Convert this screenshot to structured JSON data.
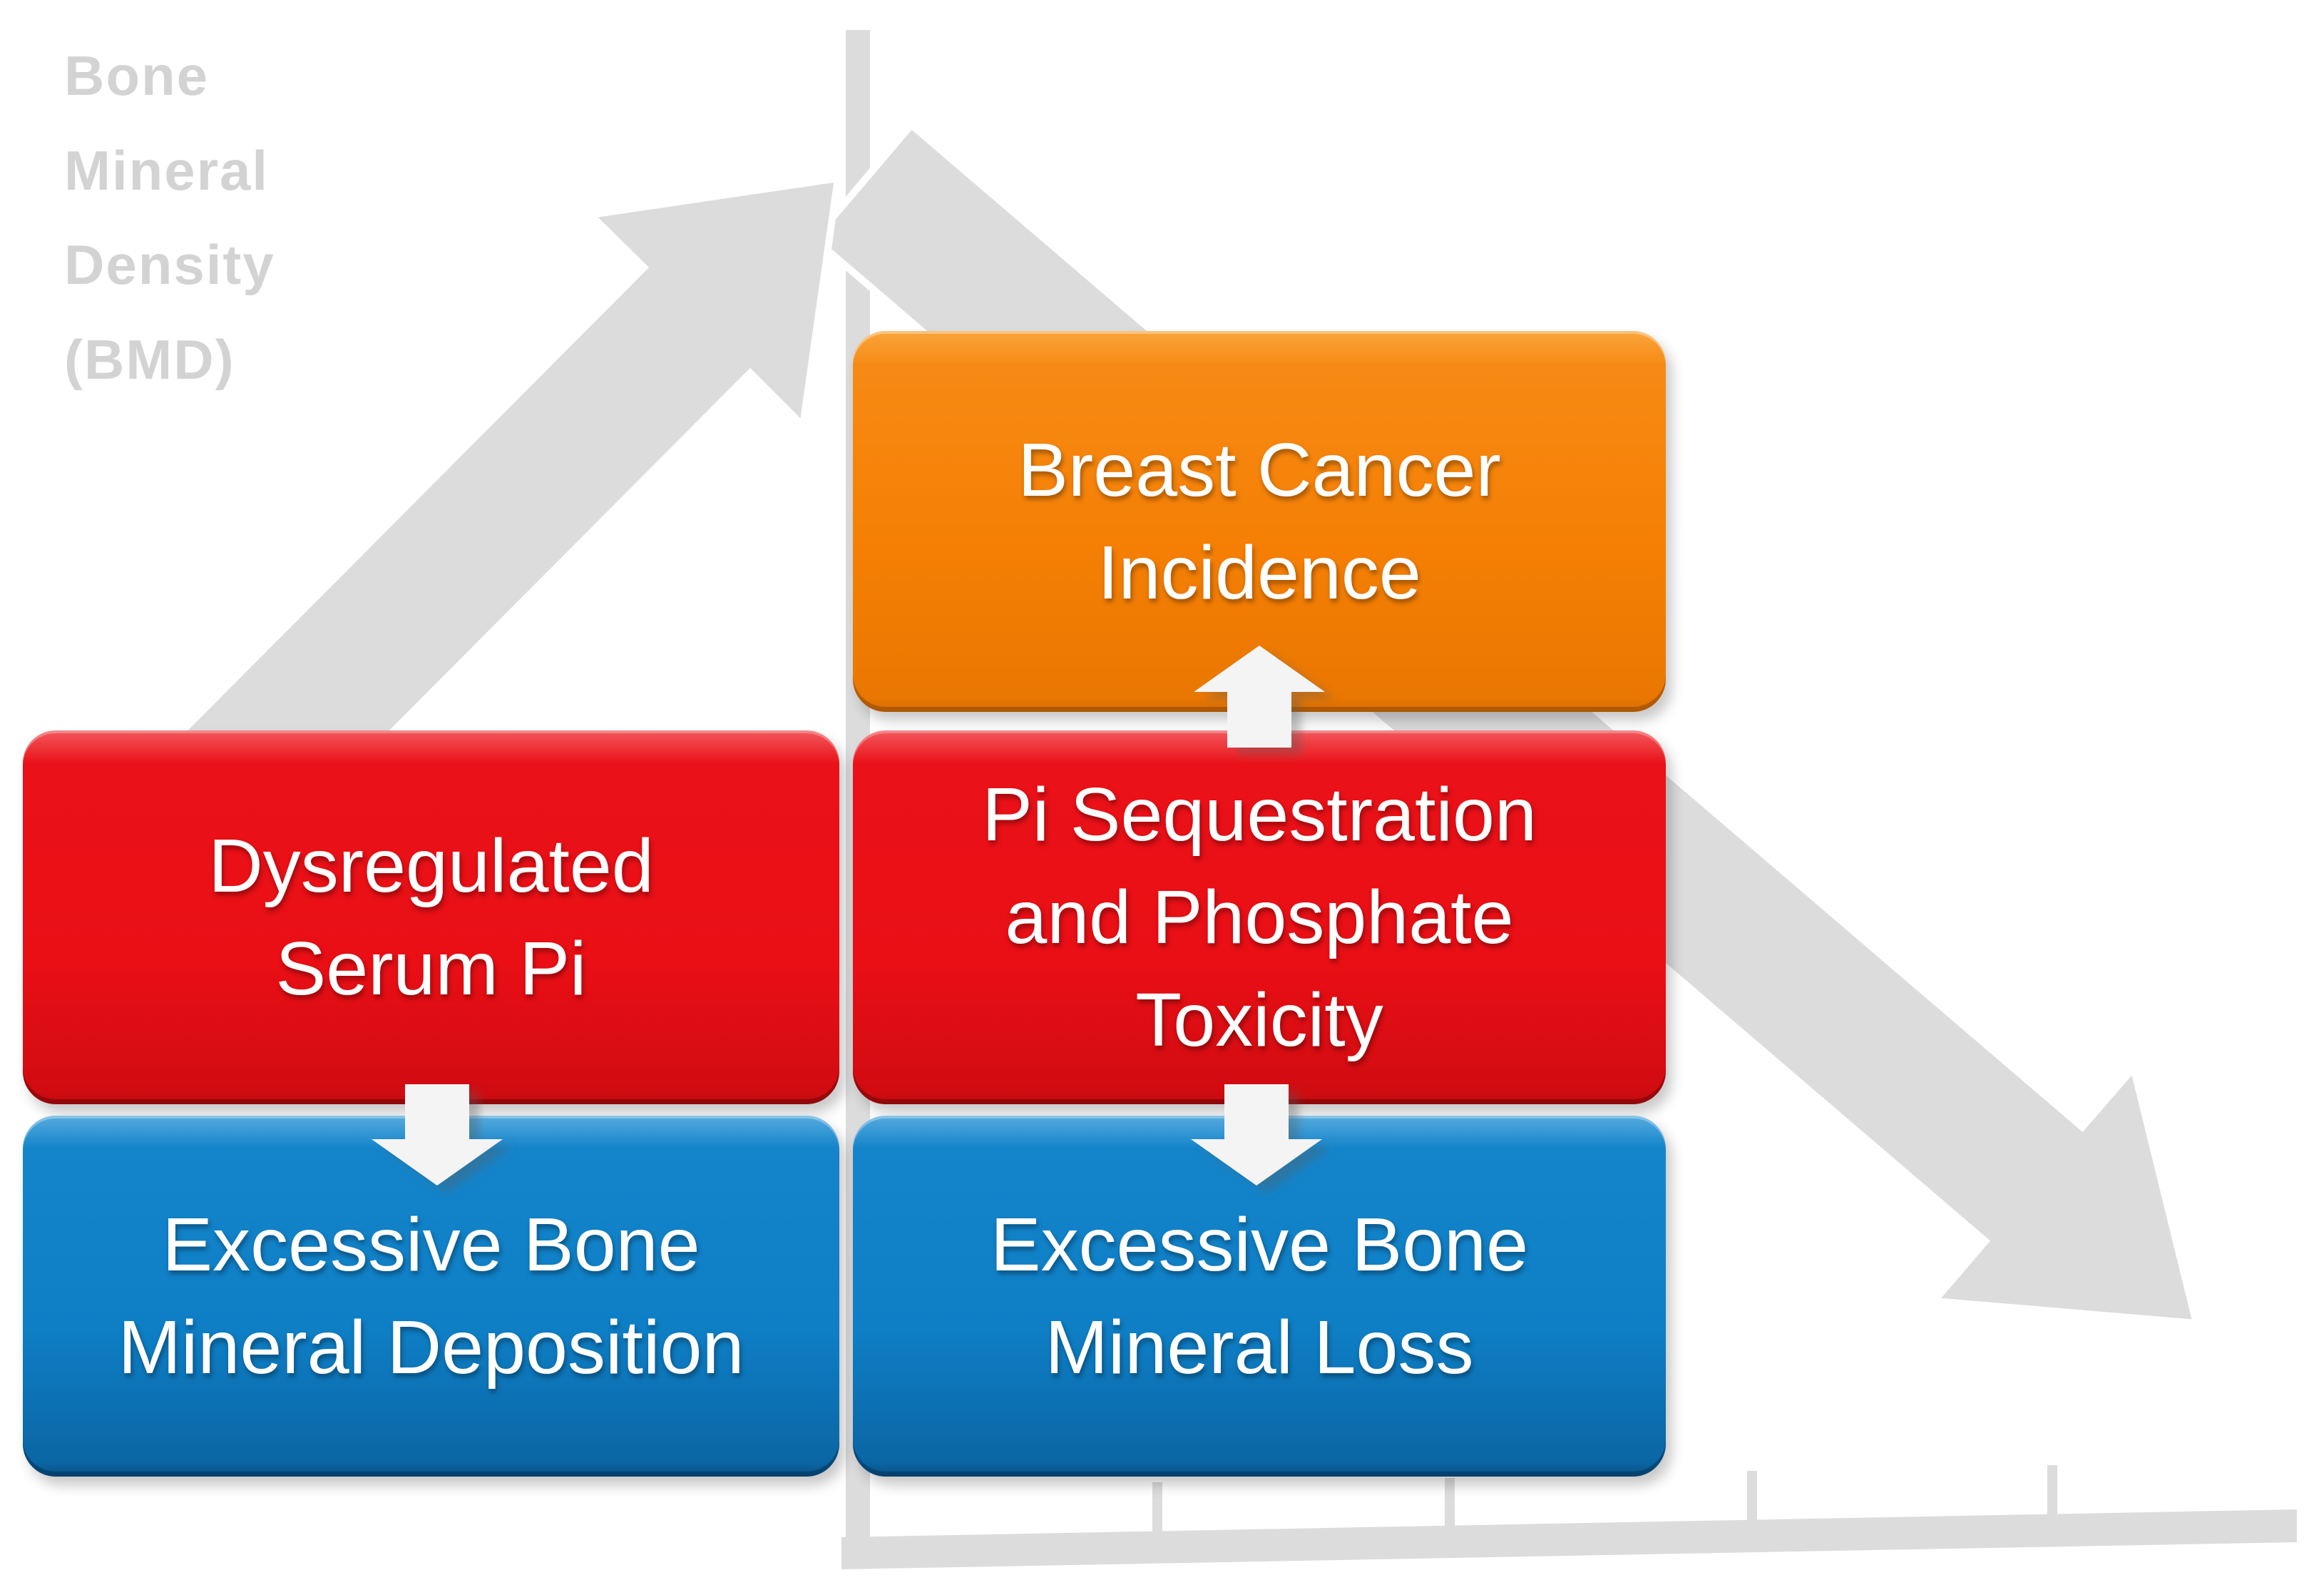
{
  "axis_label": {
    "full_text": "Bone Mineral Density (BMD)",
    "lines": [
      "Bone",
      "Mineral",
      "Density",
      "(BMD)"
    ]
  },
  "boxes": {
    "breast_cancer": {
      "lines": [
        "Breast Cancer",
        "Incidence"
      ],
      "full_text": "Breast Cancer Incidence",
      "color": "#f57f04"
    },
    "dysregulated_serum_pi": {
      "lines": [
        "Dysregulated",
        "Serum Pi"
      ],
      "full_text": "Dysregulated Serum Pi",
      "color": "#e90f15"
    },
    "pi_sequestration": {
      "lines": [
        "Pi Sequestration",
        "and Phosphate",
        "Toxicity"
      ],
      "full_text": "Pi Sequestration and Phosphate Toxicity",
      "color": "#e90f15"
    },
    "bone_mineral_deposition": {
      "lines": [
        "Excessive Bone",
        "Mineral Deposition"
      ],
      "full_text": "Excessive Bone Mineral Deposition",
      "color": "#0e7ec5"
    },
    "bone_mineral_loss": {
      "lines": [
        "Excessive Bone",
        "Mineral Loss"
      ],
      "full_text": "Excessive Bone Mineral Loss",
      "color": "#0e7ec5"
    }
  },
  "connectors": [
    {
      "direction": "up",
      "from": "Pi Sequestration and Phosphate Toxicity",
      "to": "Breast Cancer Incidence"
    },
    {
      "direction": "down",
      "from": "Dysregulated Serum Pi",
      "to": "Excessive Bone Mineral Deposition"
    },
    {
      "direction": "down",
      "from": "Pi Sequestration and Phosphate Toxicity",
      "to": "Excessive Bone Mineral Loss"
    }
  ],
  "axes": {
    "y_axis": "vertical line, BMD increases upward (gray ascending arrow) and decreases downward (gray descending arrow)",
    "x_axis_tick_count": 4
  },
  "colors": {
    "gray_shape": "#dcdcdc",
    "gray_label_text": "#d3d3d3",
    "white_arrow": "#f4f4f4",
    "white_arrow_shadow": "rgba(90,90,90,0.35)",
    "orange": "#f57f04",
    "red": "#e90f15",
    "blue": "#0e7ec5",
    "box_text": "#ffffff",
    "background": "#ffffff"
  }
}
